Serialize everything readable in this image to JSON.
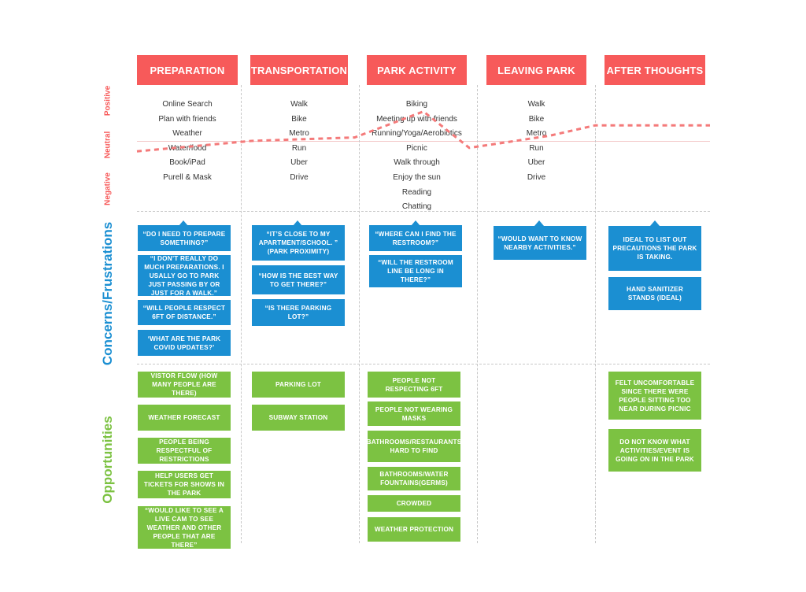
{
  "stages": [
    {
      "label": "PREPARATION"
    },
    {
      "label": "TRANSPORTATION"
    },
    {
      "label": "PARK ACTIVITY"
    },
    {
      "label": "LEAVING PARK"
    },
    {
      "label": "AFTER THOUGHTS"
    }
  ],
  "emotion_labels": {
    "positive": "Positive",
    "neutral": "Neutral",
    "negative": "Negative"
  },
  "section_labels": {
    "concerns": "Concerns/Frustrations",
    "opportunities": "Opportunities"
  },
  "activities": [
    [
      "Online Search",
      "Plan with friends",
      "Weather",
      "Water/food",
      "Book/iPad",
      "Purell & Mask"
    ],
    [
      "Walk",
      "Bike",
      "Metro",
      "Run",
      "Uber",
      "Drive"
    ],
    [
      "Biking",
      "Meeting up with friends",
      "Running/Yoga/Aerobiotics",
      "Picnic",
      "Walk through",
      "Enjoy the sun",
      "Reading",
      "Chatting"
    ],
    [
      "Walk",
      "Bike",
      "Metro",
      "Run",
      "Uber",
      "Drive"
    ],
    []
  ],
  "concerns": [
    [
      "“Do I need to prepare something?”",
      "“I don’t really do much preparations. I usally go to park just passing by or just for a walk.”",
      "“Will people respect 6ft of distance.”",
      "‘What are the park covid updates?’"
    ],
    [
      "“It’s close to my apartment/school. ” (Park proximity)",
      "“How is the best way to get there?”",
      "“Is there parking lot?”"
    ],
    [
      "“Where can I find the restroom?”",
      "“Will the restroom line be long in there?”"
    ],
    [
      "“Would want to know nearby activities.”"
    ],
    [
      "Ideal to list out precautions the park is taking.",
      "Hand sanitizer stands (ideal)"
    ]
  ],
  "opportunities": [
    [
      "Vistor flow (how many people are there)",
      "Weather forecast",
      "People being respectful of restrictions",
      "Help users get tickets for shows in the park",
      "“Would like to see a live cam to see weather and other people that are there”"
    ],
    [
      "Parking lot",
      "Subway station"
    ],
    [
      "People not respecting 6ft",
      "People not wearing masks",
      "Bathrooms/restaurants hard to find",
      "Bathrooms/water fountains(germs)",
      "Crowded",
      "Weather protection"
    ],
    [],
    [
      "Felt uncomfortable since there were people sitting too near during picnic",
      "Do not know what activities/event is going on in the park"
    ]
  ],
  "emotion_curve": {
    "levels": [
      "Negative",
      "Neutral",
      "Positive"
    ],
    "x_stage": [
      0.0,
      1.0,
      1.9,
      2.5,
      2.9,
      3.6,
      4.0,
      5.0
    ],
    "y": [
      -0.3,
      0.0,
      0.1,
      0.85,
      -0.2,
      0.15,
      0.45,
      0.45
    ]
  },
  "colors": {
    "header": "#f75a5a",
    "concern": "#1b8fd2",
    "opportunity": "#7cc242",
    "curve": "#f47a7a"
  }
}
